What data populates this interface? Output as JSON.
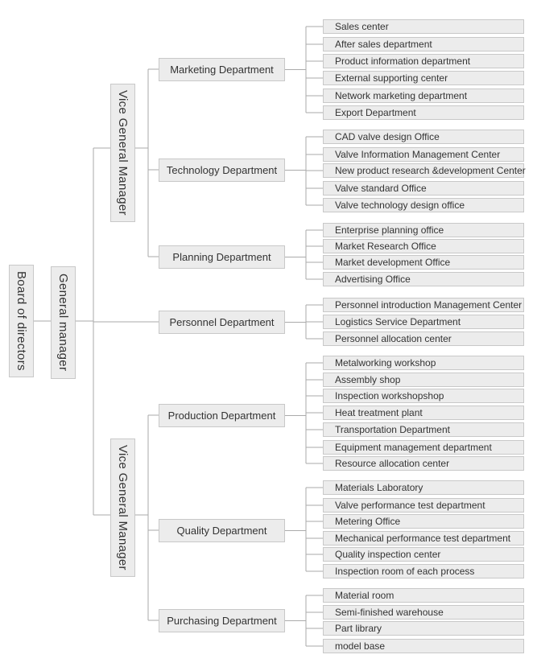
{
  "board": "Board of directors",
  "general_manager": "General manager",
  "vgm_top": "Vice General Manager",
  "vgm_bottom": "Vice General Manager",
  "departments": [
    {
      "name": "Marketing Department",
      "items": [
        "Sales center",
        "After sales department",
        "Product information department",
        "External supporting center",
        "Network marketing department",
        "Export Department"
      ]
    },
    {
      "name": "Technology Department",
      "items": [
        "CAD valve design Office",
        "Valve Information Management Center",
        "New product research &development Center",
        "Valve standard Office",
        "Valve technology design office"
      ]
    },
    {
      "name": "Planning Department",
      "items": [
        "Enterprise planning office",
        "Market Research Office",
        "Market development Office",
        "Advertising Office"
      ]
    },
    {
      "name": "Personnel Department",
      "items": [
        "Personnel introduction Management Center",
        "Logistics Service Department",
        "Personnel allocation center"
      ]
    },
    {
      "name": "Production Department",
      "items": [
        "Metalworking workshop",
        "Assembly shop",
        "Inspection workshopshop",
        "Heat treatment plant",
        "Transportation Department",
        "Equipment management department",
        "Resource allocation center"
      ]
    },
    {
      "name": "Quality Department",
      "items": [
        "Materials Laboratory",
        "Valve performance test department",
        "Metering Office",
        "Mechanical performance test department",
        "Quality inspection center",
        "Inspection room of each process"
      ]
    },
    {
      "name": "Purchasing Department",
      "items": [
        "Material room",
        "Semi-finished warehouse",
        "Part library",
        "model base"
      ]
    }
  ]
}
